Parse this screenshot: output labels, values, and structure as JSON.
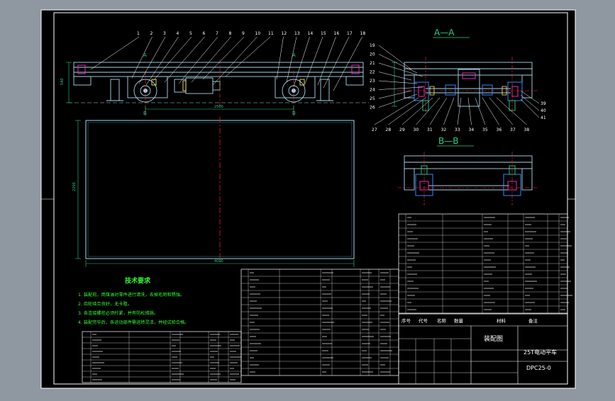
{
  "colors": {
    "background": "#000000",
    "frame": "#ffffff",
    "structure": "#a8d8ea",
    "structure_dark": "#55a7c9",
    "dimension": "#22d18b",
    "callout": "#ffffff",
    "centerline": "#ff2b2b",
    "notes": "#33ff33",
    "accent_magenta": "#ff33cc",
    "accent_yellow": "#ffee55",
    "accent_blue": "#3388ff"
  },
  "views": {
    "section_aa": "A—A",
    "section_bb": "B—B",
    "marker_a": "A",
    "marker_b": "B"
  },
  "callouts_top": [
    "1",
    "2",
    "3",
    "4",
    "5",
    "6",
    "7",
    "8",
    "9",
    "10",
    "11",
    "12",
    "13",
    "14",
    "15",
    "16",
    "17",
    "18"
  ],
  "callouts_right": [
    "19",
    "20",
    "21",
    "22",
    "23",
    "24",
    "25",
    "26"
  ],
  "callouts_bottom": [
    "27",
    "28",
    "29",
    "30",
    "31",
    "32",
    "33",
    "34",
    "35",
    "36",
    "37",
    "38"
  ],
  "callouts_far_right": [
    "39",
    "40",
    "41"
  ],
  "dimensions": {
    "wheelbase": "2500",
    "length": "4000",
    "width": "2200",
    "side_height": "540"
  },
  "notes": {
    "title": "技术要求",
    "items": [
      "1. 装配前，用煤油对零件进行清洗，去掉毛刺和锈蚀。",
      "2. 齿轮啮合良好，无卡阻。",
      "3. 各连接螺栓必须拧紧，并有防松措施。",
      "4. 装配完毕后，各运动部件需运转灵活，并经试验合格。"
    ]
  },
  "title_block": {
    "drawing_name": "装配图",
    "product_name": "25T电动平车",
    "drawing_number": "DPC25-0",
    "header_cells": [
      "序号",
      "代号",
      "名称",
      "数量",
      "材料",
      "备注"
    ]
  }
}
